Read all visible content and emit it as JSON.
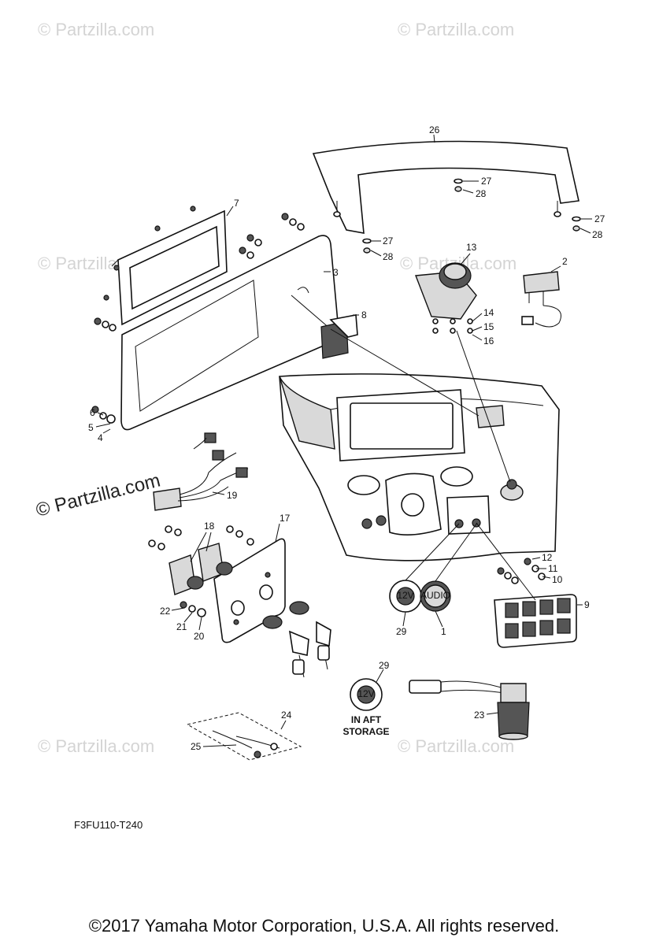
{
  "watermark": {
    "text": "© Partzilla.com",
    "prominent_text": "© Partzilla.com"
  },
  "callouts": {
    "p1": "1",
    "p2": "2",
    "p3": "3",
    "p4": "4",
    "p5": "5",
    "p6": "6",
    "p7": "7",
    "p8": "8",
    "p9": "9",
    "p10": "10",
    "p11": "11",
    "p12": "12",
    "p13": "13",
    "p14": "14",
    "p15": "15",
    "p16": "16",
    "p17": "17",
    "p18": "18",
    "p19": "19",
    "p20": "20",
    "p21": "21",
    "p22": "22",
    "p23": "23",
    "p24": "24",
    "p25": "25",
    "p26": "26",
    "p27": "27",
    "p28": "28",
    "p29": "29"
  },
  "labels": {
    "aft_storage_line1": "IN AFT",
    "aft_storage_line2": "STORAGE",
    "outlet_12v": "12V",
    "audio_button": "AUDIO"
  },
  "drawing_code": "F3FU110-T240",
  "copyright": "©2017 Yamaha Motor Corporation, U.S.A. All rights reserved."
}
